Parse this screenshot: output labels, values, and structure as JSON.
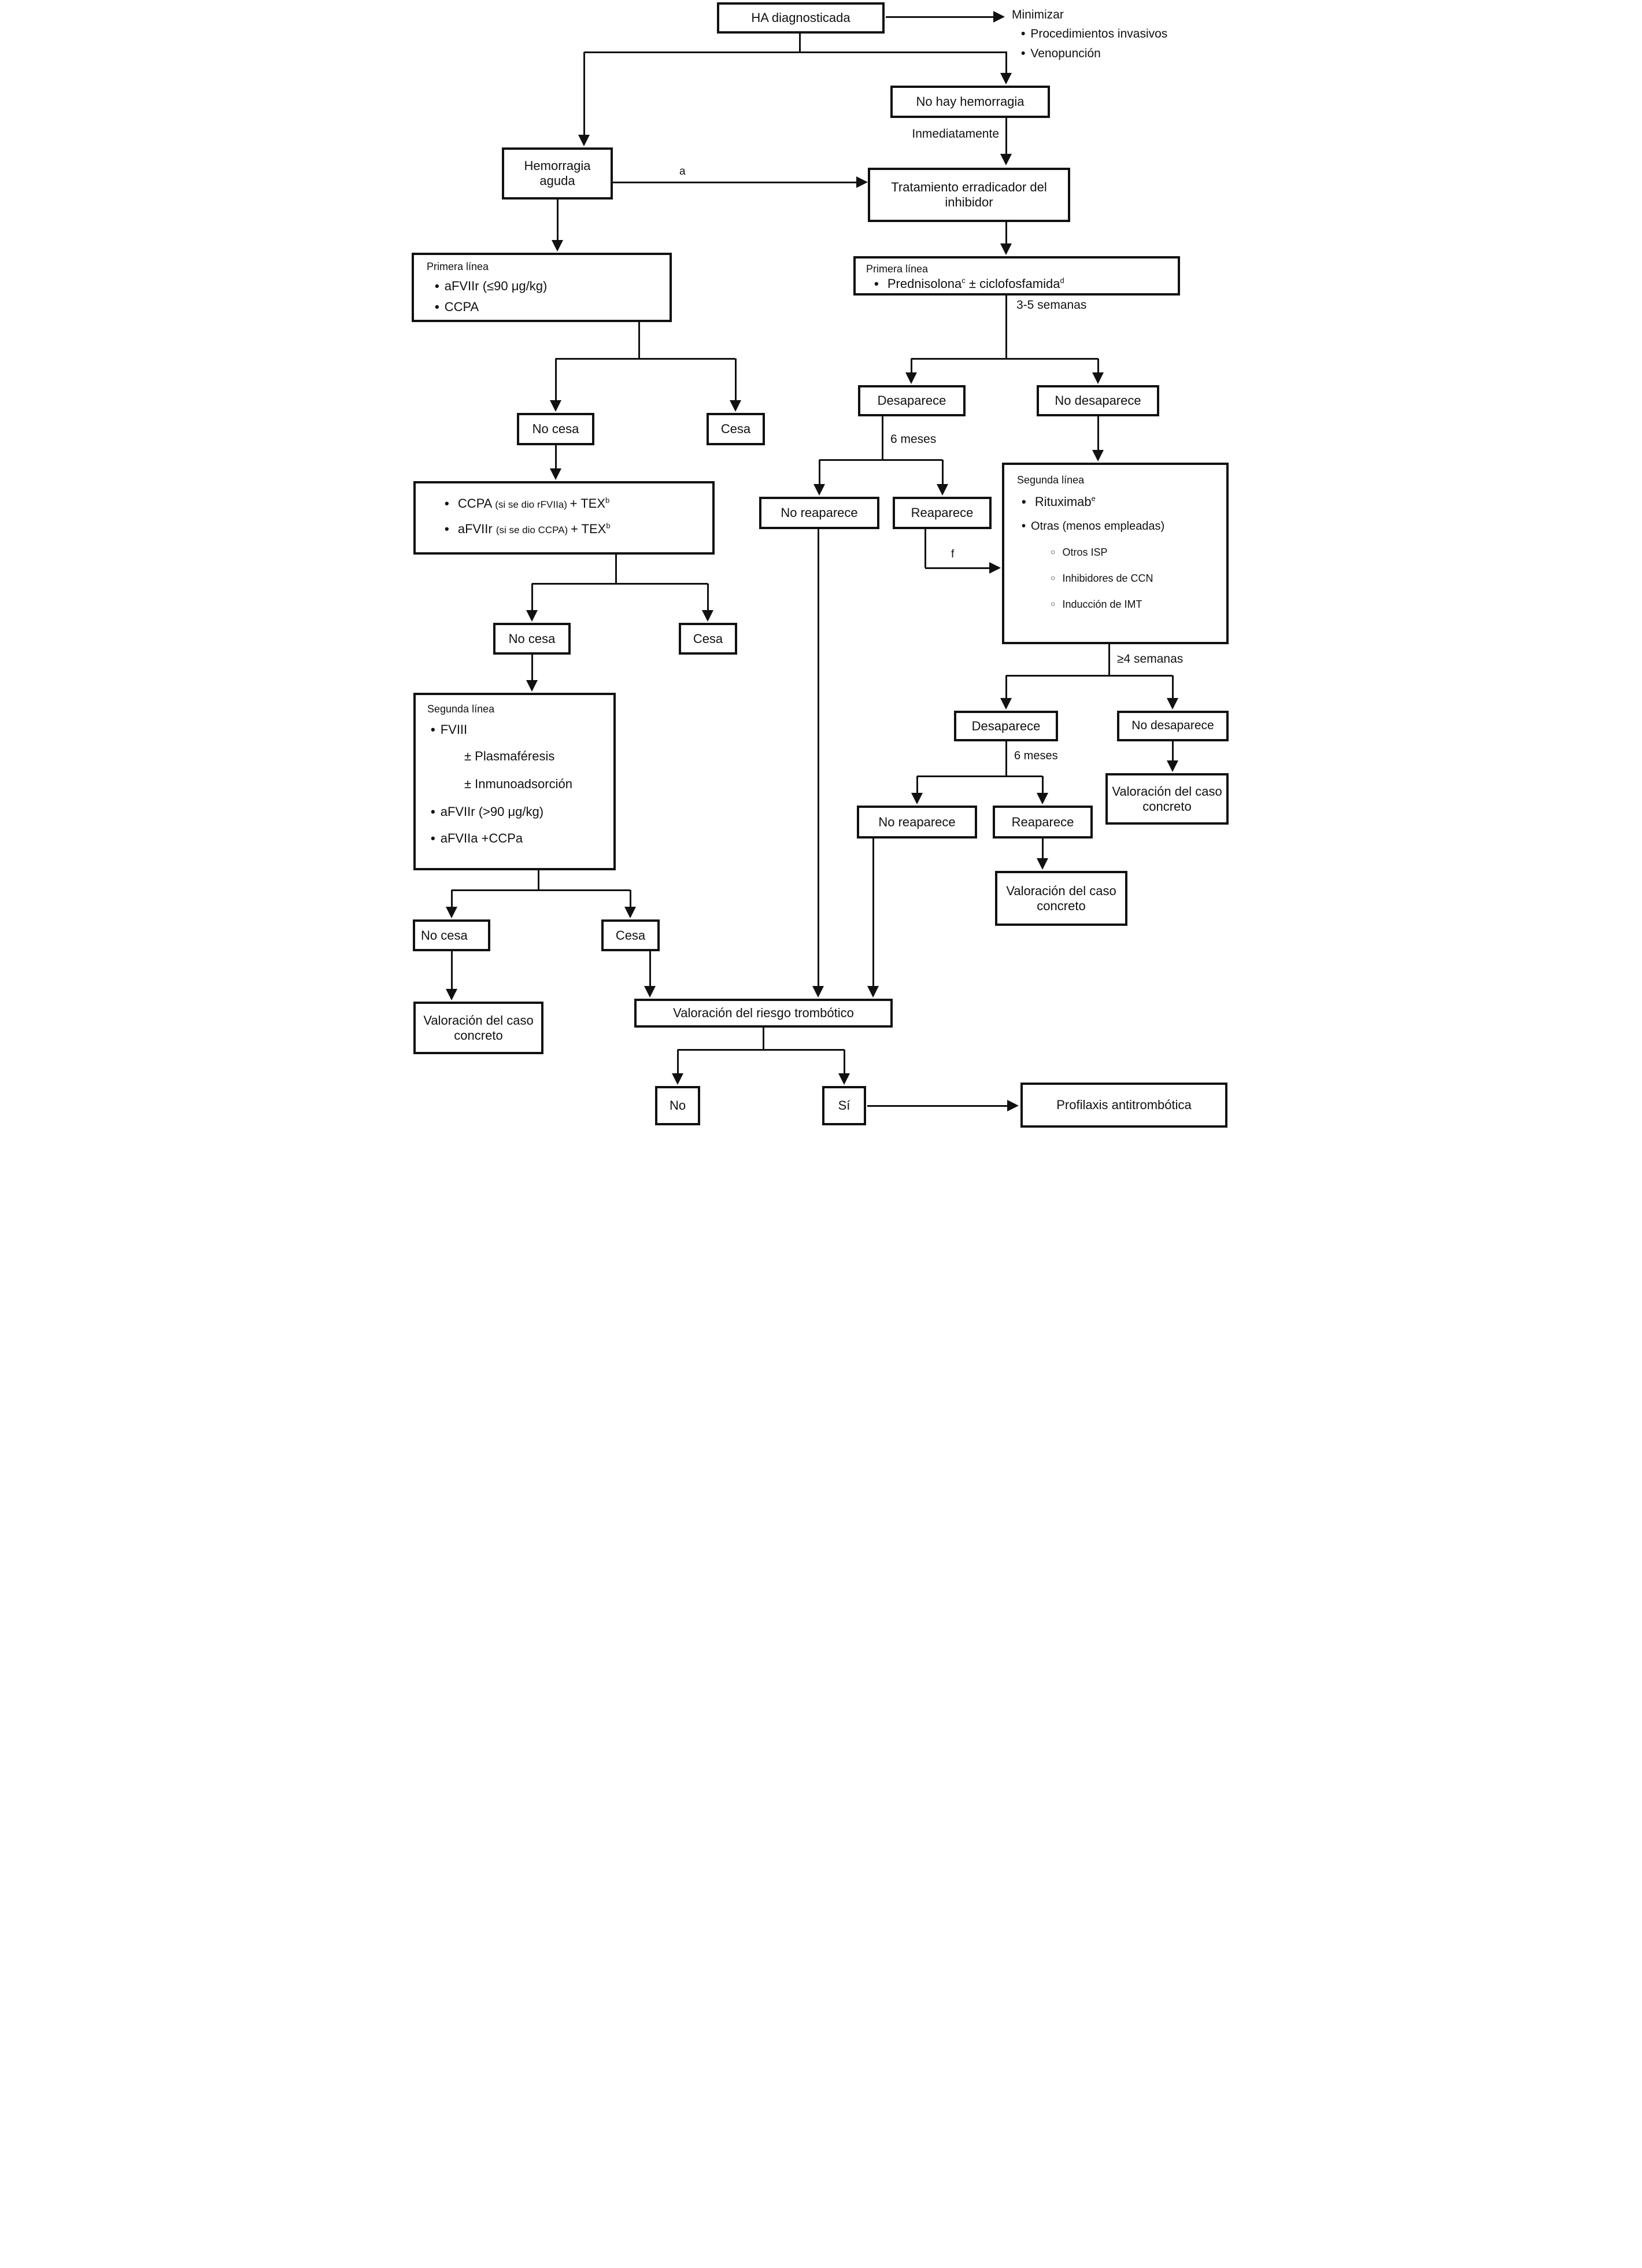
{
  "diagram": {
    "ha": "HA diagnosticada",
    "minimizar_title": "Minimizar",
    "minimizar_item1": "Procedimientos invasivos",
    "minimizar_item2": "Venopunción",
    "no_hay_hemorragia": "No hay hemorragia",
    "inmediatamente": "Inmediatamente",
    "hemorragia_aguda": "Hemorragia aguda",
    "edge_a": "a",
    "edge_f": "f",
    "tratamiento": "Tratamiento erradicador del inhibidor",
    "primera_linea": "Primera línea",
    "segunda_linea": "Segunda línea",
    "primera_izq_item1": "aFVIIr (≤90 μg/kg)",
    "primera_izq_item2": "CCPA",
    "prednisolona": "Prednisolona",
    "sup_c": "c",
    "ciclofosfamida": " ± ciclofosfamida",
    "sup_d": "d",
    "semanas_3_5": "3-5 semanas",
    "desaparece": "Desaparece",
    "no_desaparece": "No desaparece",
    "meses_6": "6 meses",
    "no_cesa": "No cesa",
    "cesa": "Cesa",
    "ccpa_item1_lead": "CCPA ",
    "ccpa_item1_paren": "(si se dio rFVIIa) ",
    "ccpa_item1_tail": "+ TEX",
    "sup_b": "b",
    "ccpa_item2_lead": "aFVIIr ",
    "ccpa_item2_paren": "(si se dio CCPA) ",
    "ccpa_item2_tail": "+ TEX",
    "no_reaparece": "No reaparece",
    "reaparece": "Reaparece",
    "rituximab": "Rituximab",
    "sup_e": "e",
    "otras": "Otras (menos empleadas)",
    "otros_isp": "Otros ISP",
    "inhibidores_ccn": "Inhibidores de CCN",
    "induccion_imt": "Inducción de IMT",
    "semanas_4": "≥4 semanas",
    "fviii": "FVIII",
    "plasmaferesis": "± Plasmaféresis",
    "inmunoadsorcion": "± Inmunoadsorción",
    "afviir_90": "aFVIIr (>90 μg/kg)",
    "afviia_ccpa": "aFVIIa +CCPa",
    "valoracion": "Valoración del caso concreto",
    "riesgo": "Valoración del riesgo trombótico",
    "no": "No",
    "si": "Sí",
    "profilaxis": "Profilaxis antitrombótica"
  }
}
